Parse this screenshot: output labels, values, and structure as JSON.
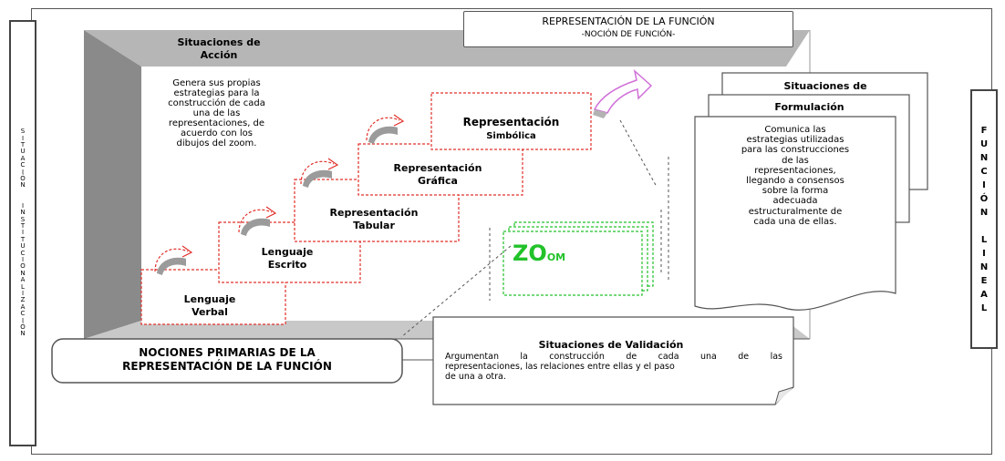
{
  "left_sidebar": {
    "line1": [
      "S",
      "I",
      "T",
      "U",
      "A",
      "C",
      "I",
      "Ó",
      "N"
    ],
    "line2": [
      "I",
      "N",
      "S",
      "T",
      "I",
      "T",
      "U",
      "C",
      "I",
      "O",
      "N",
      "A",
      "L",
      "I",
      "Z",
      "A",
      "C",
      "I",
      "Ó",
      "N"
    ]
  },
  "right_sidebar": {
    "line1": [
      "F",
      "U",
      "N",
      "C",
      "I",
      "Ó",
      "N"
    ],
    "line2": [
      "L",
      "I",
      "N",
      "E",
      "A",
      "L"
    ]
  },
  "title": {
    "line1": "REPRESENTACIÓN DE LA FUNCIÓN",
    "line2": "-NOCIÓN DE FUNCIÓN-"
  },
  "accion": {
    "heading_line1": "Situaciones de",
    "heading_line2": "Acción",
    "text": [
      "Genera sus propias",
      "estrategias para la",
      "construcción de cada",
      "una de las",
      "representaciones, de",
      "acuerdo con los",
      "dibujos del zoom."
    ]
  },
  "steps": [
    {
      "line1": "Lenguaje",
      "line2": "Verbal"
    },
    {
      "line1": "Lenguaje",
      "line2": "Escrito"
    },
    {
      "line1": "Representación",
      "line2": "Tabular"
    },
    {
      "line1": "Representación",
      "line2": "Gráfica"
    },
    {
      "line1": "Representación",
      "line2": "Simbólica"
    }
  ],
  "zoom": {
    "main": "ZO",
    "sub": "OM"
  },
  "formulacion": {
    "back_heading": "Situaciones de",
    "front_heading": "Formulación",
    "text": [
      "Comunica las",
      "estrategias utilizadas",
      "para las construcciones",
      "de las",
      "representaciones,",
      "llegando a consensos",
      "sobre la forma",
      "adecuada",
      "estructuralmente de",
      "cada una de ellas."
    ]
  },
  "nociones": {
    "line1": "NOCIONES PRIMARIAS DE LA",
    "line2": "REPRESENTACIÓN DE LA FUNCIÓN"
  },
  "validacion": {
    "heading": "Situaciones de Validación",
    "text": [
      "Argumentan la construcción de cada una de las",
      "representaciones, las relaciones entre ellas y el paso",
      "de una a otra."
    ]
  },
  "colors": {
    "step_border": "#e0302a",
    "zoom_green": "#22c22a",
    "arrow_magenta": "#d070d8",
    "room_gray": "#9a9a9a"
  }
}
